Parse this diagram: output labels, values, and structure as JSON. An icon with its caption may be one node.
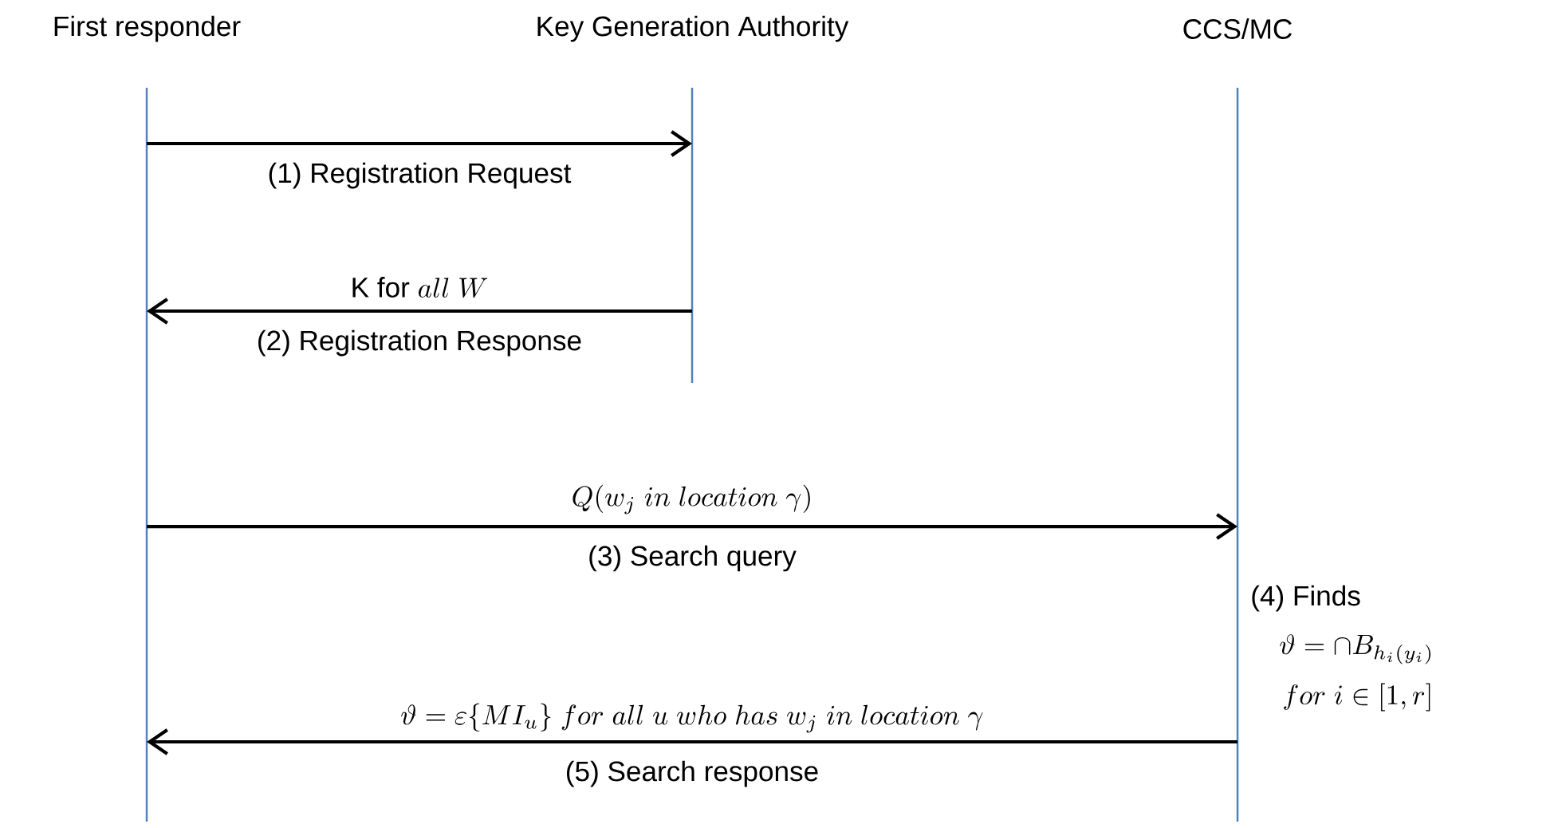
{
  "diagram": {
    "nodes": [
      {
        "text": [
          "First responder"
        ]
      },
      {
        "text": [
          "Key Generation Authority"
        ]
      },
      {
        "text": [
          "CCS/MC"
        ]
      }
    ],
    "edges": [
      {
        "from": 0,
        "to": 1,
        "arrow": "to",
        "label": "(1) Registration Request"
      },
      {
        "from": 1,
        "to": 0,
        "arrow": "to",
        "label": "(2) Registration Response"
      },
      {
        "from": 0,
        "to": 2,
        "arrow": "to",
        "label": "(3) Search query"
      },
      {
        "from": 2,
        "to": 0,
        "arrow": "to",
        "label": "(5) Search response"
      }
    ],
    "labels": [
      "\\mathrm{K\\ for}\\ all\\ W",
      "Q(w_j\\ in\\ location\\ \\gamma)",
      "(4) Finds",
      "\\vartheta =\\cap B_{h_i(y_i)}",
      "for\\ i \\in [1,r]",
      "\\vartheta = \\varepsilon\\{MI_u\\}\\ for\\ all\\ u\\ who\\ has\\ w_j\\ in\\ location\\ \\gamma"
    ]
  }
}
